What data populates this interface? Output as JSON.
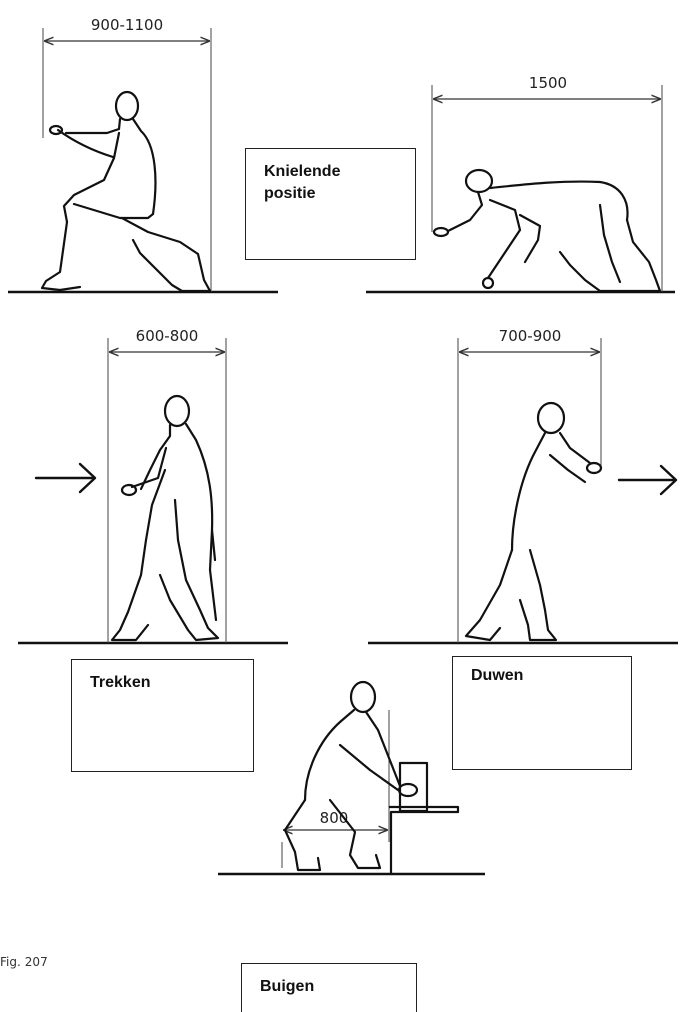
{
  "figure": {
    "prefix": "Fig.",
    "number": "207"
  },
  "dimensions": {
    "kneeling_reach": "900-1100",
    "crawling_length": "1500",
    "pulling_width": "600-800",
    "pushing_width": "700-900",
    "bending_width": "800"
  },
  "labels": {
    "kneeling": "Knielende\npositie",
    "pulling": "Trekken",
    "pushing": "Duwen",
    "bending": "Buigen"
  },
  "colors": {
    "line": "#111111",
    "dimension": "#333333",
    "background": "#ffffff"
  },
  "icons": {
    "pull_direction": "arrow-right-icon",
    "push_direction": "arrow-right-icon"
  }
}
